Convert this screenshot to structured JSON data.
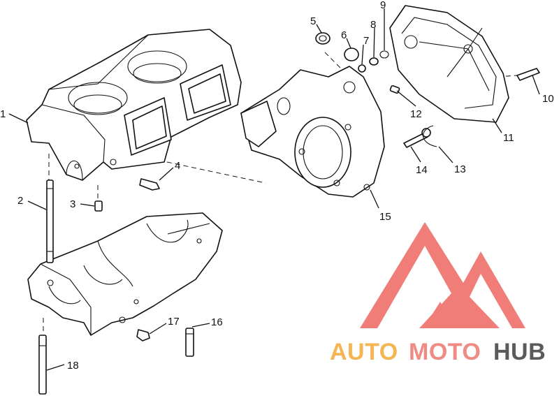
{
  "callouts": [
    {
      "id": "1",
      "label": "1"
    },
    {
      "id": "2",
      "label": "2"
    },
    {
      "id": "3",
      "label": "3"
    },
    {
      "id": "4",
      "label": "4"
    },
    {
      "id": "5",
      "label": "5"
    },
    {
      "id": "6",
      "label": "6"
    },
    {
      "id": "7",
      "label": "7"
    },
    {
      "id": "8",
      "label": "8"
    },
    {
      "id": "9",
      "label": "9"
    },
    {
      "id": "10",
      "label": "10"
    },
    {
      "id": "11",
      "label": "11"
    },
    {
      "id": "12",
      "label": "12"
    },
    {
      "id": "13",
      "label": "13"
    },
    {
      "id": "14",
      "label": "14"
    },
    {
      "id": "15",
      "label": "15"
    },
    {
      "id": "16",
      "label": "16"
    },
    {
      "id": "17",
      "label": "17"
    },
    {
      "id": "18",
      "label": "18"
    }
  ],
  "watermark": {
    "text_auto": "AUTO",
    "text_moto": "MOTO",
    "text_hub": "HUB",
    "color_auto": "#f5b552",
    "color_moto": "#f08a84",
    "color_hub": "#5b5b5b",
    "logo_color": "#ef6f6a"
  }
}
